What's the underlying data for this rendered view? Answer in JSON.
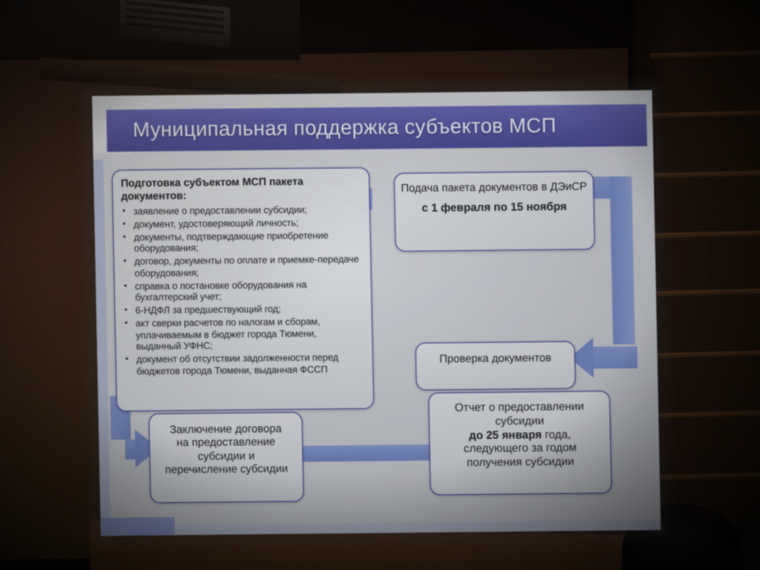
{
  "scene": {
    "description": "Photo of a projected presentation slide in a dark auditorium",
    "colors": {
      "title_banner": "#55569e",
      "slide_background": "#c7cacf",
      "box_border": "#4b4d93",
      "arrow_blue": "#7386bf",
      "wall_brown": "#3a2418"
    }
  },
  "slide": {
    "title": "Муниципальная поддержка субъектов МСП",
    "doc_list": {
      "header": "Подготовка субъектом МСП пакета документов:",
      "items": [
        "заявление о предоставлении субсидии;",
        "документ, удостоверяющий личность;",
        "документы, подтверждающие приобретение оборудования;",
        "договор, документы по оплате и приемке-передаче оборудования;",
        "справка о постановке оборудования на бухгалтерский учет;",
        "6-НДФЛ за предшествующий год;",
        "акт сверки расчетов по налогам и сборам, уплачиваемым в бюджет города Тюмени, выданный УФНС;",
        "документ об отсутствии задолженности перед бюджетов города Тюмени, выданная ФССП"
      ]
    },
    "boxes": {
      "submit": {
        "line1": "Подача пакета документов в ДЭиСР",
        "line2": "с 1 февраля по 15 ноября"
      },
      "check": {
        "line1": "Проверка документов"
      },
      "report": {
        "line1": "Отчет о предоставлении субсидии",
        "line2_bold": "до 25 января",
        "line2_rest": " года,",
        "line3": "следующего за годом",
        "line4": "получения субсидии"
      },
      "contract": {
        "line1": "Заключение договора",
        "line2": "на предоставление",
        "line3": "субсидии и",
        "line4": "перечисление субсидии"
      }
    }
  }
}
